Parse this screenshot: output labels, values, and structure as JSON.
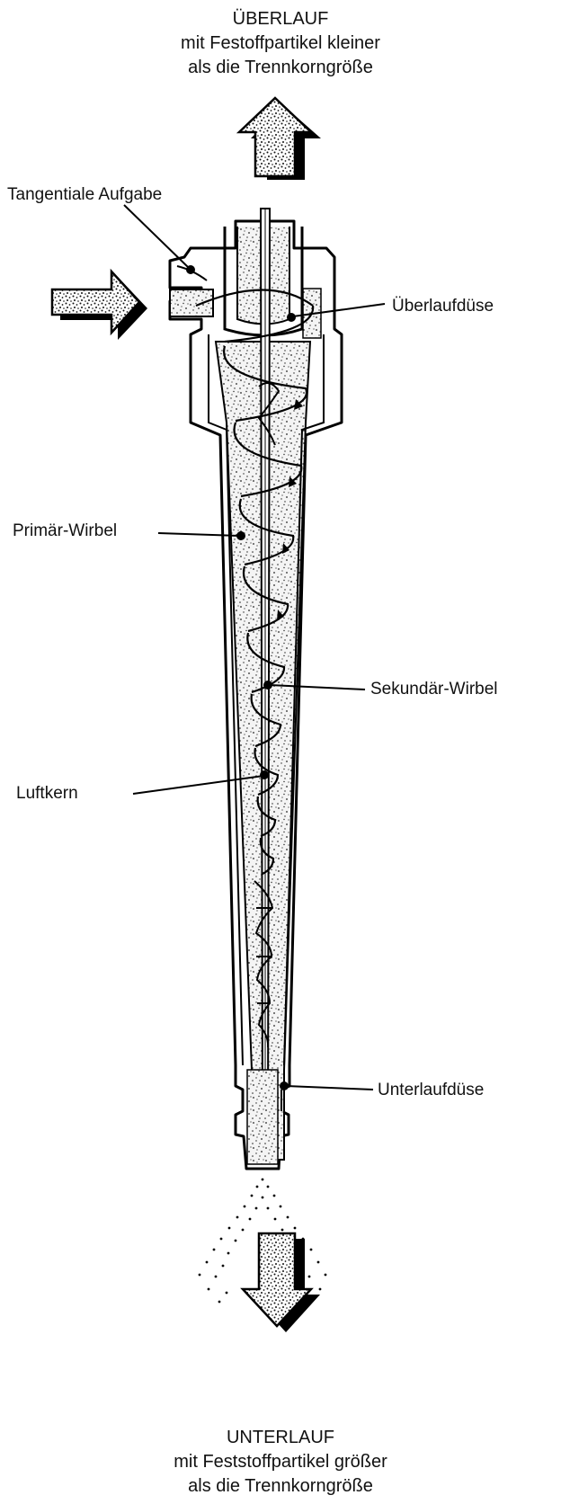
{
  "top": {
    "heading": "ÜBERLAUF",
    "line2": "mit Festoffpartikel kleiner",
    "line3": "als die Trennkorngröße"
  },
  "labels": {
    "feed": "Tangentiale Aufgabe",
    "overflow_nozzle": "Überlaufdüse",
    "primary_vortex": "Primär-Wirbel",
    "secondary_vortex": "Sekundär-Wirbel",
    "air_core": "Luftkern",
    "underflow_nozzle": "Unterlaufdüse"
  },
  "bottom": {
    "heading": "UNTERLAUF",
    "line2": "mit Feststoffpartikel größer",
    "line3": "als die Trennkorngröße"
  }
}
